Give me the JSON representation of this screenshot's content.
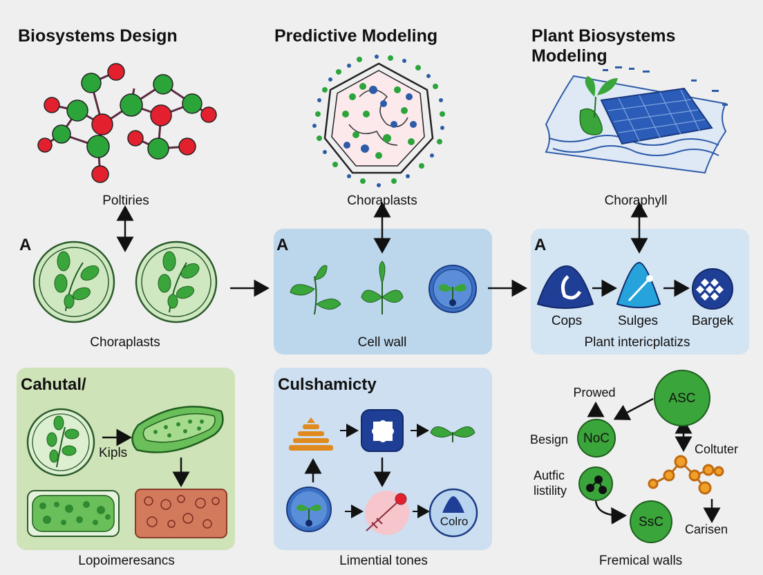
{
  "columns": {
    "left": {
      "title": "Biosystems Design",
      "top_label": "Poltiries",
      "panel_letter": "A",
      "panel_label": "Choraplasts",
      "bottom_box_title": "Cahutal/",
      "bottom_box_arrow_label": "Kipls",
      "caption": "Lopoimeresancs"
    },
    "middle": {
      "title": "Predictive Modeling",
      "top_label": "Choraplasts",
      "panel_letter": "A",
      "panel_label": "Cell wall",
      "bottom_box_title": "Culshamicty",
      "bottom_box_icon_text": "Colro",
      "caption": "Limential tones"
    },
    "right": {
      "title": "Plant Biosystems\nModeling",
      "top_label": "Choraphyll",
      "panel_letter": "A",
      "panel_items": [
        "Cops",
        "Sulges",
        "Bargek"
      ],
      "panel_label": "Plant intericplatizs",
      "network": {
        "nodes": [
          "ASC",
          "NoC",
          "SsC"
        ],
        "labels": [
          "Prowed",
          "Besign",
          "Autfic\nlistility",
          "Coltuter",
          "Carisen"
        ]
      },
      "caption": "Fremical walls"
    }
  },
  "colors": {
    "green": "#3aa53a",
    "red": "#d9202e",
    "blue": "#2d4f9e",
    "panel_blue": "#bcd6ec",
    "panel_green": "#cfe3b8",
    "orange": "#e08a1e"
  }
}
